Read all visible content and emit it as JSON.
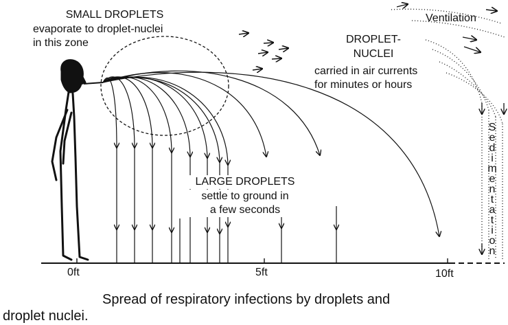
{
  "labels": {
    "small_droplets_title": "SMALL DROPLETS",
    "small_droplets_line1": "evaporate to droplet-nuclei",
    "small_droplets_line2": "in this zone",
    "nuclei_title_line1": "DROPLET-",
    "nuclei_title_line2": "NUCLEI",
    "nuclei_line1": "carried in air currents",
    "nuclei_line2": "for minutes or hours",
    "ventilation": "Ventilation",
    "sedimentation": "Sedimentation",
    "large_title": "LARGE DROPLETS",
    "large_line1": "settle to ground in",
    "large_line2": "a few seconds"
  },
  "axis": {
    "ticks": [
      "0ft",
      "5ft",
      "10ft"
    ]
  },
  "caption": {
    "line1": "Spread of respiratory infections by droplets and",
    "line2": "droplet nuclei."
  },
  "colors": {
    "ink": "#111111",
    "background": "#ffffff"
  }
}
